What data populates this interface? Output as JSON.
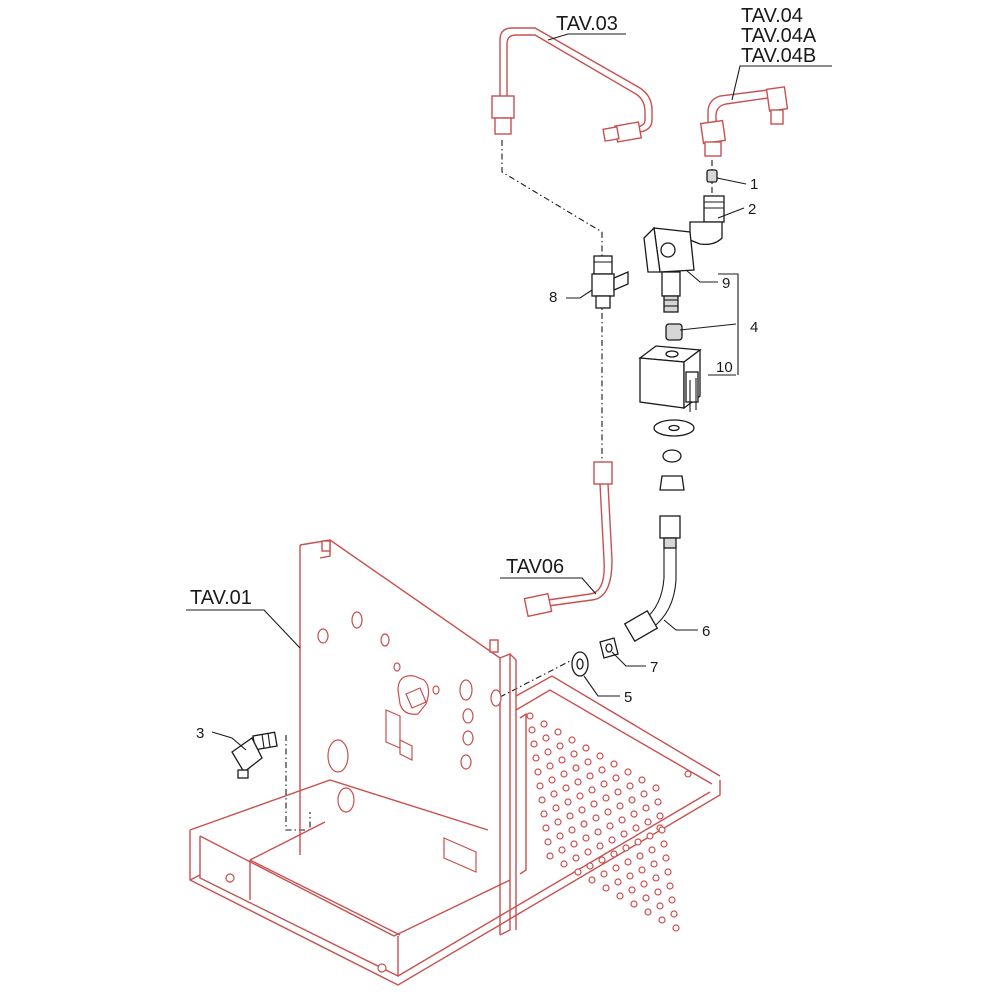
{
  "colors": {
    "assembly": "#c8504f",
    "parts": "#1a1a1a",
    "background": "#ffffff"
  },
  "labels": {
    "tav03": "TAV.03",
    "tav04": "TAV.04",
    "tav04a": "TAV.04A",
    "tav04b": "TAV.04B",
    "tav06": "TAV06",
    "tav01": "TAV.01"
  },
  "callouts": {
    "c1": "1",
    "c2": "2",
    "c3": "3",
    "c4": "4",
    "c5": "5",
    "c6": "6",
    "c7": "7",
    "c8": "8",
    "c9": "9",
    "c10": "10"
  }
}
